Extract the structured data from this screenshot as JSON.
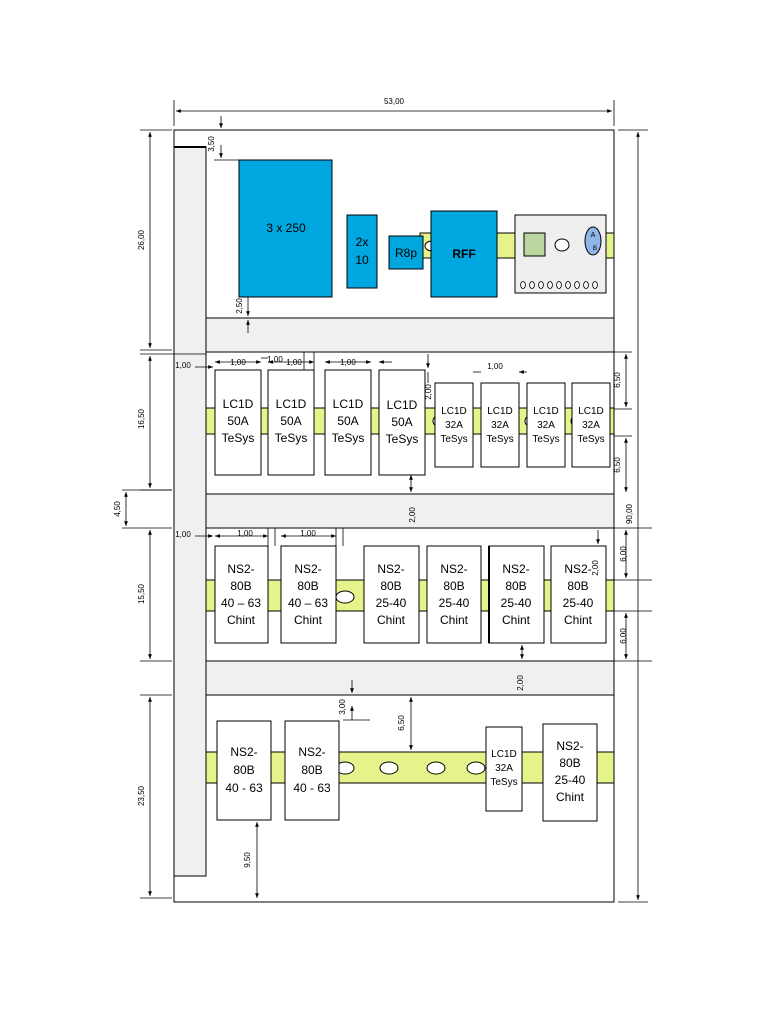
{
  "colors": {
    "blue": "#00a6e0",
    "rail": "#e6f28a",
    "panel": "#f0f0f0",
    "line": "#000000"
  },
  "dimensions": {
    "width_total": "53,00",
    "top_gap": "3,50",
    "sec1": "26,00",
    "bottom_gap_small": "2,50",
    "sec2": "16,50",
    "gap1": "4,50",
    "sec3": "15,50",
    "sec4": "23,50",
    "height_total": "90,00",
    "left_offset": "1,00",
    "spacing": "1,00",
    "h_650": "6,50",
    "h_600": "6,00",
    "h_200": "2,00",
    "h_300": "3,00",
    "h_950": "9,50"
  },
  "row1": {
    "main": "3 x 250",
    "dual_a": "2x",
    "dual_b": "10",
    "relay": "R8p",
    "filter": "RFF",
    "meter_a": "A",
    "meter_b": "B"
  },
  "row2": {
    "large": [
      "LC1D",
      "50A",
      "TeSys"
    ],
    "small": [
      "LC1D",
      "32A",
      "TeSys"
    ]
  },
  "row3": {
    "b63": [
      "NS2-",
      "80B",
      "40 – 63",
      "Chint"
    ],
    "b40": [
      "NS2-",
      "80B",
      "25-40",
      "Chint"
    ]
  },
  "row4": {
    "b63": [
      "NS2-",
      "80B",
      "40 - 63"
    ],
    "contactor": [
      "LC1D",
      "32A",
      "TeSys"
    ],
    "b40": [
      "NS2-",
      "80B",
      "25-40",
      "Chint"
    ]
  }
}
